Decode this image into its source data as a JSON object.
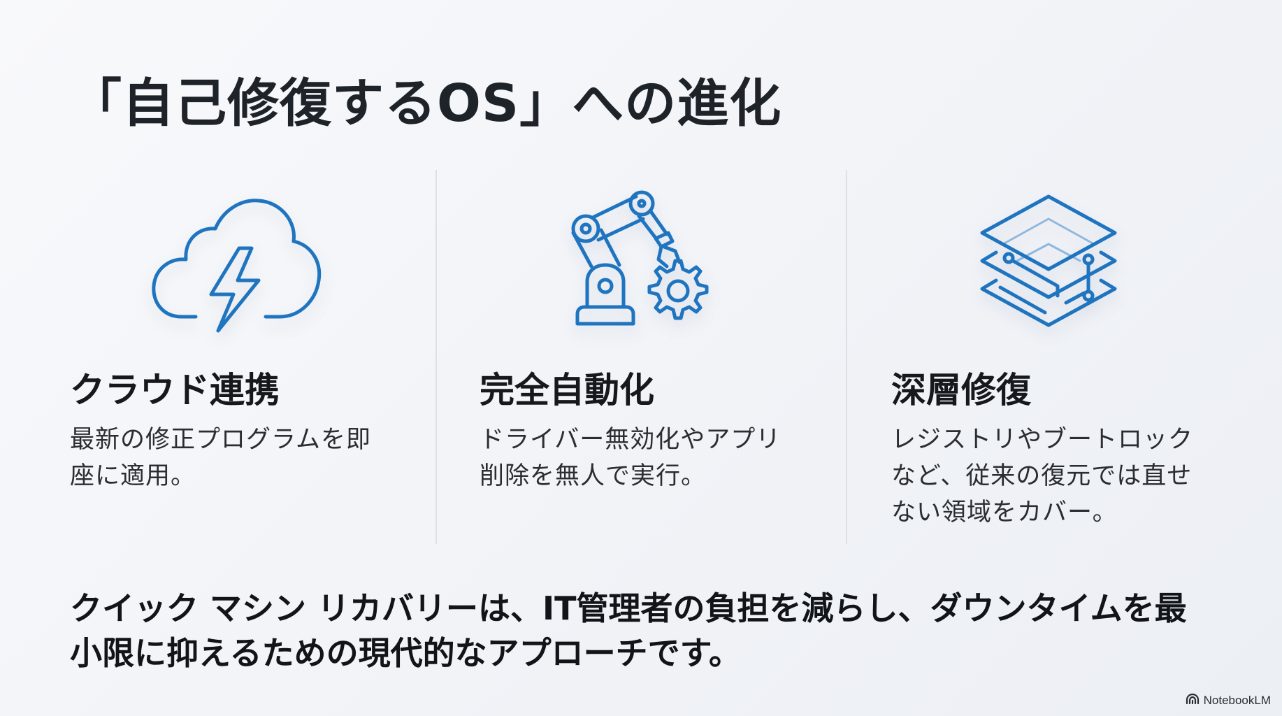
{
  "slide": {
    "title": "「自己修復するOS」への進化",
    "accent_color": "#1f74c0",
    "columns": [
      {
        "icon": "cloud-lightning-icon",
        "heading": "クラウド連携",
        "text_lines": [
          "最新の修正プログラムを即",
          "座に適用。"
        ]
      },
      {
        "icon": "robot-arm-gear-icon",
        "heading": "完全自動化",
        "text_lines": [
          "ドライバー無効化やアプリ",
          "削除を無人で実行。"
        ]
      },
      {
        "icon": "layered-circuit-icon",
        "heading": "深層修復",
        "text_lines": [
          "レジストリやブートロック",
          "など、従来の復元では直せ",
          "ない領域をカバー。"
        ]
      }
    ],
    "summary_lines": [
      "クイック マシン リカバリーは、IT管理者の負担を減らし、ダウンタイムを最",
      "小限に抑えるための現代的なアプローチです。"
    ]
  },
  "branding": {
    "label": "NotebookLM",
    "icon": "notebooklm-logo-icon"
  }
}
